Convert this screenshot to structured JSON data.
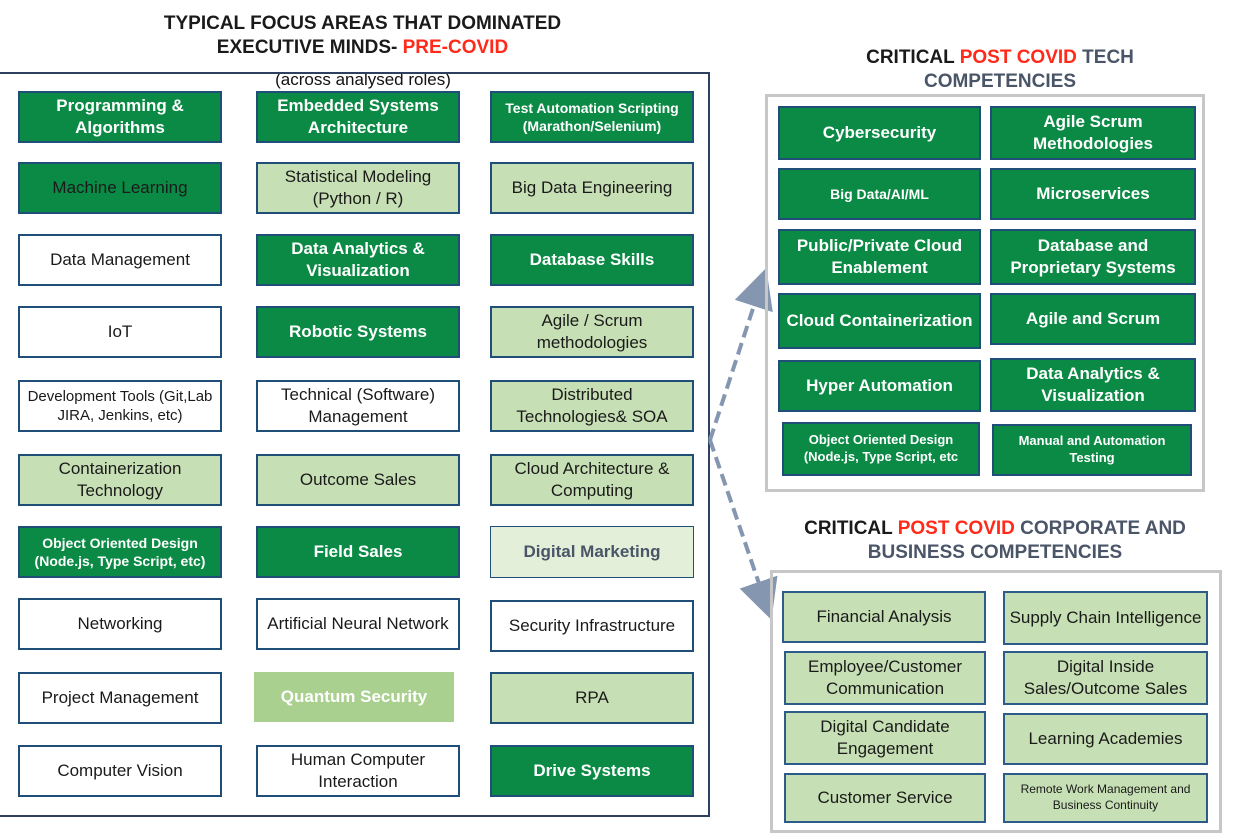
{
  "left": {
    "title_line1": "TYPICAL FOCUS AREAS THAT DOMINATED",
    "title_line2_pre": "EXECUTIVE MINDS- ",
    "title_line2_red": "PRE-COVID",
    "subtitle": "(across analysed roles)",
    "rows": [
      [
        "Programming & Algorithms",
        "Embedded Systems Architecture",
        "Test Automation Scripting (Marathon/Selenium)"
      ],
      [
        "Machine Learning",
        "Statistical Modeling (Python / R)",
        "Big Data Engineering"
      ],
      [
        "Data Management",
        "Data Analytics & Visualization",
        "Database Skills"
      ],
      [
        "IoT",
        "Robotic Systems",
        "Agile / Scrum methodologies"
      ],
      [
        "Development Tools (Git,Lab JIRA,  Jenkins, etc)",
        "Technical (Software) Management",
        "Distributed Technologies& SOA"
      ],
      [
        "Containerization Technology",
        "Outcome Sales",
        "Cloud Architecture & Computing"
      ],
      [
        "Object Oriented Design (Node.js, Type Script, etc)",
        "Field Sales",
        "Digital Marketing"
      ],
      [
        "Networking",
        "Artificial Neural Network",
        "Security Infrastructure"
      ],
      [
        "Project Management",
        "Quantum Security",
        "RPA"
      ],
      [
        "Computer Vision",
        "Human Computer Interaction",
        "Drive Systems"
      ]
    ]
  },
  "tech": {
    "title_pre": "CRITICAL ",
    "title_red": "POST COVID",
    "title_post": " TECH",
    "title_line2": "COMPETENCIES",
    "rows": [
      [
        "Cybersecurity",
        "Agile Scrum Methodologies"
      ],
      [
        "Big Data/AI/ML",
        "Microservices"
      ],
      [
        "Public/Private Cloud Enablement",
        "Database and Proprietary Systems"
      ],
      [
        "Cloud Containerization",
        "Agile and Scrum"
      ],
      [
        "Hyper Automation",
        "Data Analytics & Visualization"
      ],
      [
        "Object Oriented Design (Node.js, Type Script, etc",
        "Manual and Automation Testing"
      ]
    ]
  },
  "corp": {
    "title_pre": "CRITICAL ",
    "title_red": "POST COVID",
    "title_post": " CORPORATE AND",
    "title_line2": "BUSINESS COMPETENCIES",
    "rows": [
      [
        "Financial Analysis",
        "Supply Chain Intelligence"
      ],
      [
        "Employee/Customer Communication",
        "Digital Inside Sales/Outcome Sales"
      ],
      [
        "Digital Candidate Engagement",
        "Learning Academies"
      ],
      [
        "Customer Service",
        "Remote Work Management and Business Continuity"
      ]
    ]
  },
  "colors": {
    "dark_green": "#0a8a44",
    "light_green": "#c6dfb4",
    "frame_blue": "#1f4e79",
    "accent_red": "#ff2a1a",
    "arrow": "#8496b0"
  }
}
